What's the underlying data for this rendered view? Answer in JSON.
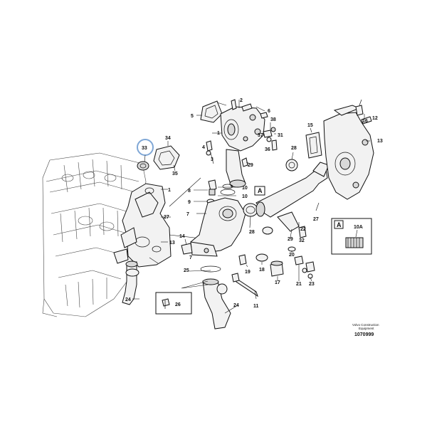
{
  "labels": [
    {
      "text": "1"
    },
    {
      "text": "2"
    },
    {
      "text": "3"
    },
    {
      "text": "4"
    },
    {
      "text": "5"
    },
    {
      "text": "6"
    },
    {
      "text": "7"
    },
    {
      "text": "7"
    },
    {
      "text": "8"
    },
    {
      "text": "9"
    },
    {
      "text": "10"
    },
    {
      "text": "10"
    },
    {
      "text": "11"
    },
    {
      "text": "12"
    },
    {
      "text": "13"
    },
    {
      "text": "13"
    },
    {
      "text": "14"
    },
    {
      "text": "15"
    },
    {
      "text": "16"
    },
    {
      "text": "17"
    },
    {
      "text": "18"
    },
    {
      "text": "19"
    },
    {
      "text": "20"
    },
    {
      "text": "21"
    },
    {
      "text": "22"
    },
    {
      "text": "23"
    },
    {
      "text": "24"
    },
    {
      "text": "24"
    },
    {
      "text": "25"
    },
    {
      "text": "26"
    },
    {
      "text": "27"
    },
    {
      "text": "27"
    },
    {
      "text": "28"
    },
    {
      "text": "28"
    },
    {
      "text": "29"
    },
    {
      "text": "29"
    },
    {
      "text": "31"
    },
    {
      "text": "32"
    },
    {
      "text": "33"
    },
    {
      "text": "34"
    },
    {
      "text": "35"
    },
    {
      "text": "36"
    },
    {
      "text": "37"
    },
    {
      "text": "38"
    },
    {
      "text": "1"
    }
  ],
  "callout_a_1": "A",
  "callout_a_2": "A",
  "detail_label": "10A",
  "company_line1": "Volvo Construction",
  "company_line2": "Equipment",
  "drawing_number": "1070999",
  "highlight_color": "#7fa7d6",
  "highlighted_part": "33"
}
